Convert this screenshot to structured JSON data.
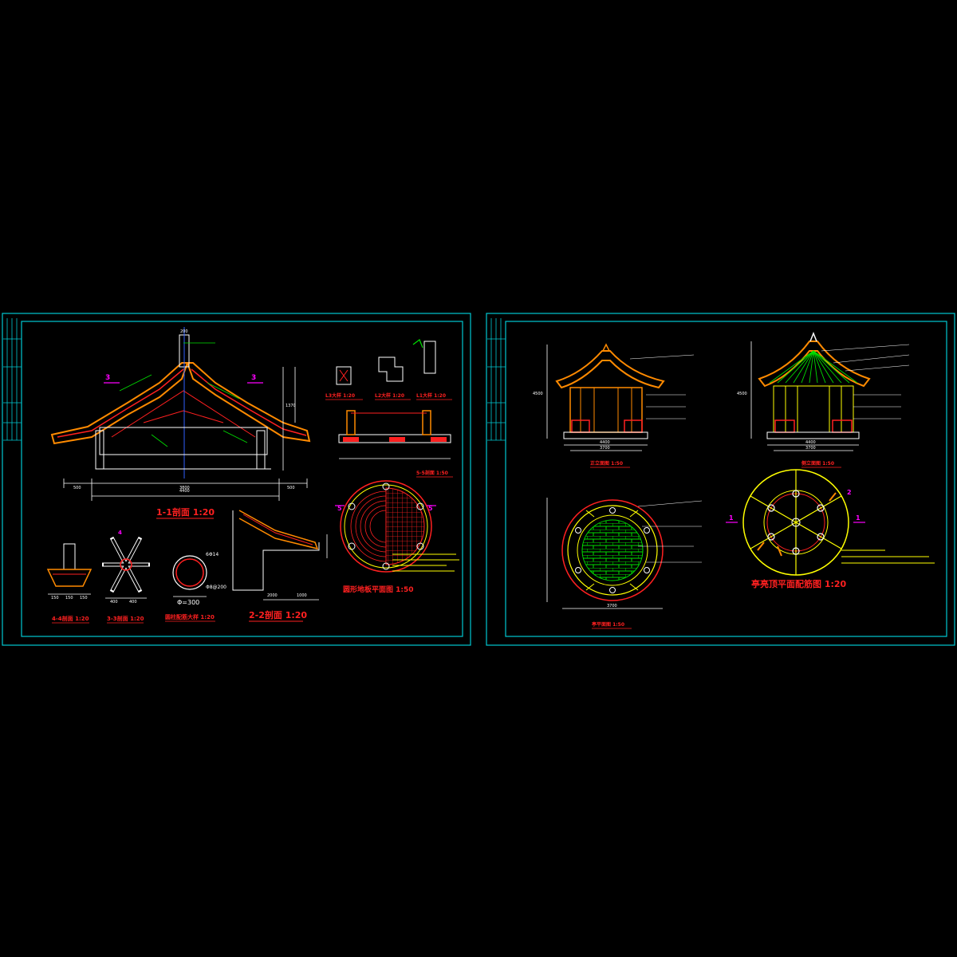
{
  "colors": {
    "frame": "#00c8d2",
    "title_red": "#ff2020",
    "roof_orange": "#ff8a00",
    "yellow": "#ffff00",
    "green": "#00e000",
    "white": "#ffffff",
    "magenta": "#ff00ff",
    "red": "#ff2020"
  },
  "sheet_left": {
    "views": {
      "section_11": "1-1剖面 1:20",
      "section_22": "2-2剖面 1:20",
      "section_33": "3-3剖面 1:20",
      "section_44": "4-4剖面 1:20",
      "section_55": "5-5剖面 1:50",
      "roof_plan": "圆形地板平面图 1:50",
      "column_detail": "圆柱配筋大样 1:20",
      "beam_l1": "L1大样 1:20",
      "beam_l2": "L2大样 1:20",
      "beam_l3": "L3大样 1:20"
    },
    "markers": {
      "cut_3": "3",
      "cut_4": "4",
      "cut_5": "5"
    },
    "dimensions": {
      "total_width": "4400",
      "inner_span": "3800",
      "left_eave": "500",
      "right_eave": "500",
      "rise": "1370",
      "ridge": "200",
      "col_diameter": "Φ=300",
      "col_rebar": "6Φ14",
      "ring_rebar": "Φ8@200",
      "span_22": "2000",
      "eave_22": "1000",
      "sec44_a": "150",
      "sec44_b": "150",
      "sec44_c": "150",
      "sec33_a": "400",
      "sec33_b": "400"
    }
  },
  "sheet_right": {
    "views": {
      "front_elevation": "正立面图 1:50",
      "side_elevation": "侧立面图 1:50",
      "floor_plan": "亭平面图 1:50",
      "roof_framing_plan": "亭亮顶平面配筋图 1:20"
    },
    "markers": {
      "cut_1_left": "1",
      "cut_1_right": "1",
      "cut_2": "2"
    },
    "dimensions": {
      "elev_width": "4400",
      "elev_width_b": "3700",
      "elev_height": "4500",
      "plan_diameter": "3700"
    }
  }
}
